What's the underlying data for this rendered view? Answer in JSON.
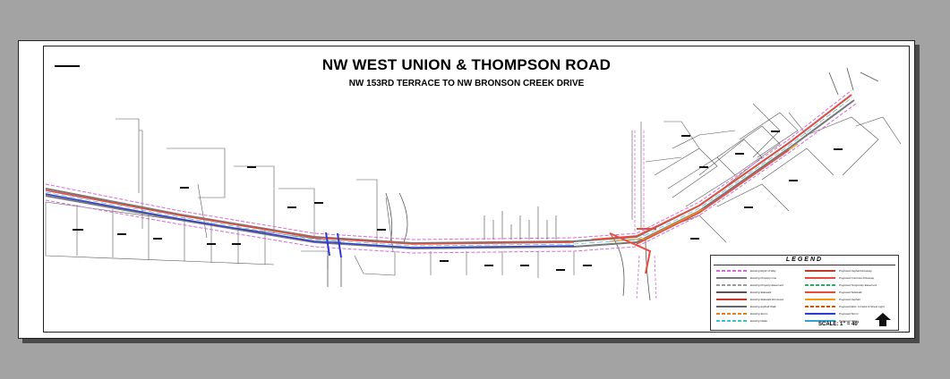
{
  "sheet": {
    "title": "NW WEST UNION & THOMPSON ROAD",
    "subtitle": "NW 153RD TERRACE TO NW BRONSON CREEK DRIVE",
    "scale_label": "SCALE: 1\" = 40'"
  },
  "legend": {
    "title": "LEGEND",
    "left_items": [
      {
        "label": "Existing Right of Way",
        "color": "#d36bd6",
        "style": "dashed"
      },
      {
        "label": "Existing Property Line",
        "color": "#777777",
        "style": "solid"
      },
      {
        "label": "Existing Property Easement",
        "color": "#999999",
        "style": "dashed"
      },
      {
        "label": "Existing Sidewalk",
        "color": "#555555",
        "style": "solid"
      },
      {
        "label": "Existing Sidewalk Removed",
        "color": "#c0392b",
        "style": "solid"
      },
      {
        "label": "Existing Asphalt Walk",
        "color": "#666666",
        "style": "solid"
      },
      {
        "label": "Existing Storm",
        "color": "#e67e22",
        "style": "dashed"
      },
      {
        "label": "Existing Water",
        "color": "#3fc1c9",
        "style": "dashed"
      }
    ],
    "right_items": [
      {
        "label": "Proposed Asphalt Driveway",
        "color": "#c0392b",
        "style": "solid"
      },
      {
        "label": "Proposed Concrete Driveway",
        "color": "#e74c3c",
        "style": "solid"
      },
      {
        "label": "Proposed Temporary Easement",
        "color": "#27ae60",
        "style": "dashed"
      },
      {
        "label": "Proposed Sidewalk",
        "color": "#e74c3c",
        "style": "solid"
      },
      {
        "label": "Proposed Asphalt",
        "color": "#f39c12",
        "style": "solid"
      },
      {
        "label": "Proposed Elec. Conduit & Street Light",
        "color": "#d35400",
        "style": "dashed"
      },
      {
        "label": "Proposed Storm",
        "color": "#2d3bd6",
        "style": "solid"
      },
      {
        "label": "Proposed Water",
        "color": "#2fa4d4",
        "style": "solid"
      }
    ]
  },
  "colors": {
    "background": "#a3a3a3",
    "sheet": "#ffffff",
    "right_of_way": "#d36bd6",
    "proposed_asphalt": "#e74c3c",
    "proposed_storm": "#2d3bd6"
  }
}
